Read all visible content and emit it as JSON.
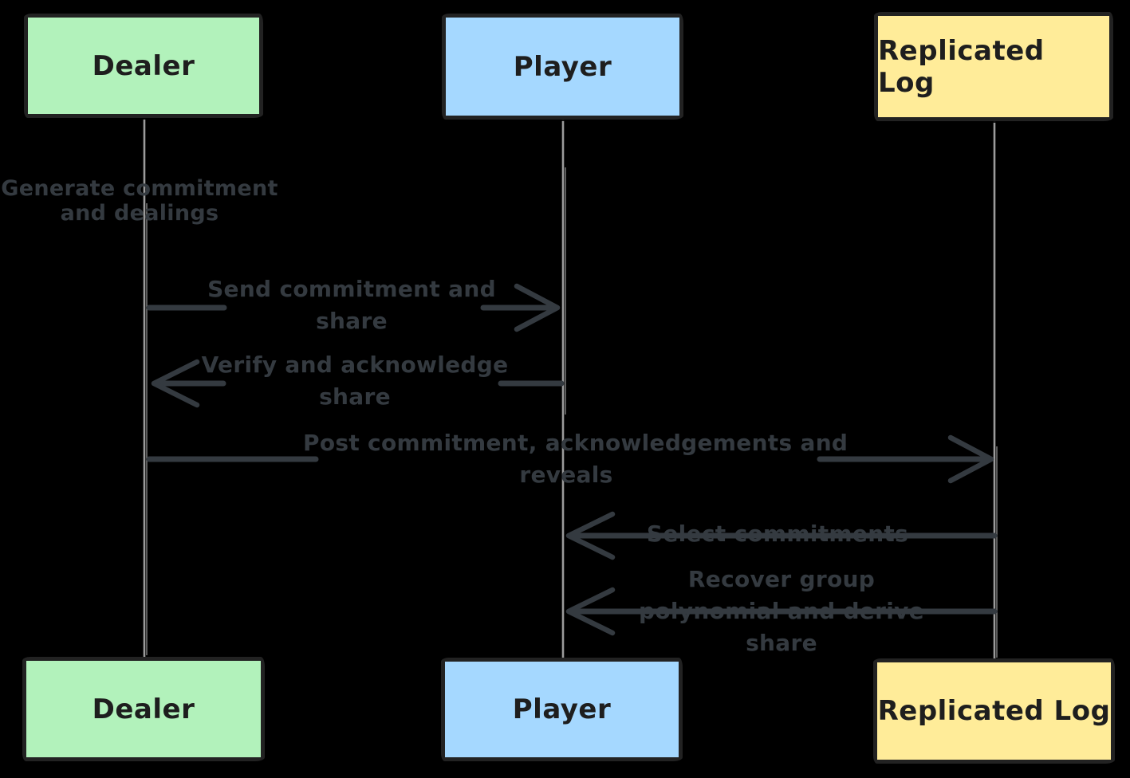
{
  "diagram": {
    "type": "sequence-diagram",
    "background": "#000000",
    "actors": [
      {
        "label": "Dealer",
        "fill": "#b2f2bb"
      },
      {
        "label": "Player",
        "fill": "#a5d8ff"
      },
      {
        "label": "Replicated Log",
        "fill": "#ffec99"
      }
    ],
    "self_notes": [
      {
        "actor": "Dealer",
        "label": "Generate commitment and dealings",
        "lines": [
          "Generate commitment",
          "and dealings"
        ]
      }
    ],
    "messages": [
      {
        "from": "Dealer",
        "to": "Player",
        "direction": "right",
        "label": "Send commitment and share",
        "lines": [
          "Send commitment and",
          "share"
        ]
      },
      {
        "from": "Player",
        "to": "Dealer",
        "direction": "left",
        "label": "Verify and acknowledge share",
        "lines": [
          "Verify and acknowledge",
          "share"
        ]
      },
      {
        "from": "Dealer",
        "to": "Replicated Log",
        "direction": "right",
        "label": "Post commitment, acknowledgements and reveals",
        "lines": [
          "Post commitment, acknowledgements and",
          "reveals"
        ]
      },
      {
        "from": "Replicated Log",
        "to": "Player",
        "direction": "left",
        "label": "Select commitments",
        "lines": [
          "Select commitments"
        ]
      },
      {
        "from": "Replicated Log",
        "to": "Player",
        "direction": "left",
        "label": "Recover group polynomial and derive share",
        "lines": [
          "Recover group",
          "polynomial and derive",
          "share"
        ]
      }
    ],
    "colors": {
      "background": "#000000",
      "actor_border": "#222222",
      "actor_text": "#1e1e1e",
      "lifeline": "#9b9b9b",
      "message_ink": "#343a40"
    }
  }
}
